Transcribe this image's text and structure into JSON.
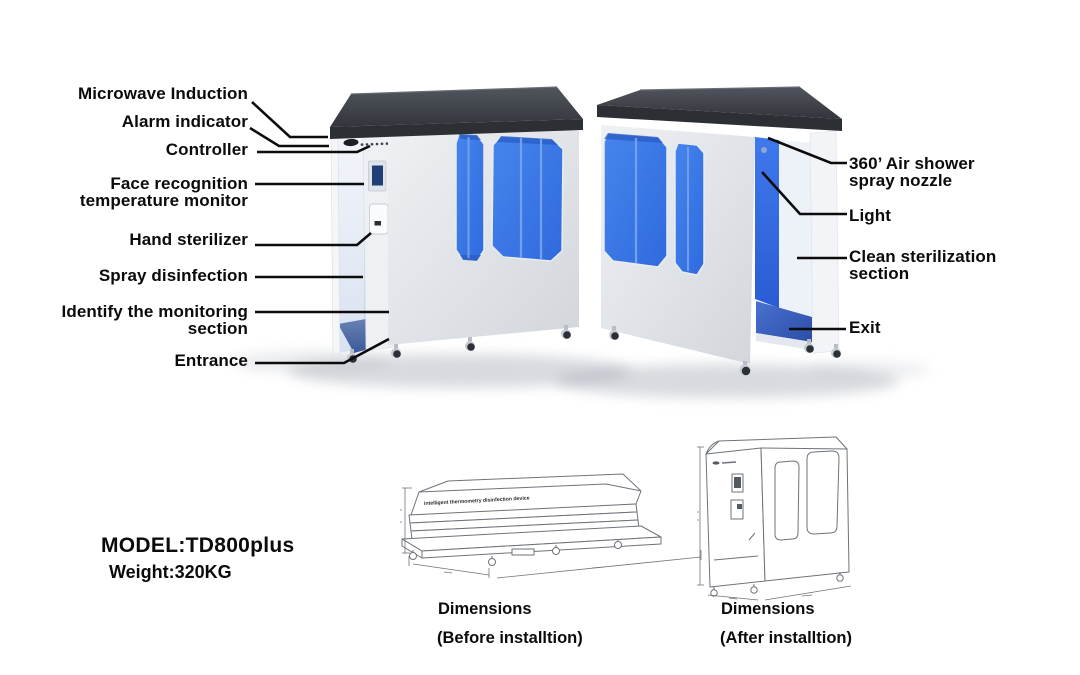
{
  "colors": {
    "label_text": "#0b0b0b",
    "leader_line": "#0c0c0c",
    "roof_dark": "#3a3d43",
    "body_gray": "#e6e9ed",
    "window_blue": "#3575e8",
    "window_stripe": "#77a3f1",
    "interior_floor_blue": "#3c64c0",
    "drawing_line": "#6e737a"
  },
  "callouts": {
    "left": [
      {
        "line1": "Microwave Induction",
        "line2": ""
      },
      {
        "line1": "Alarm indicator",
        "line2": ""
      },
      {
        "line1": "Controller",
        "line2": ""
      },
      {
        "line1": "Face recognition",
        "line2": "temperature monitor"
      },
      {
        "line1": "Hand sterilizer",
        "line2": ""
      },
      {
        "line1": "Spray disinfection",
        "line2": ""
      },
      {
        "line1": "Identify the monitoring",
        "line2": "section"
      },
      {
        "line1": "Entrance",
        "line2": ""
      }
    ],
    "right": [
      {
        "line1": "360’  Air shower",
        "line2": "spray nozzle"
      },
      {
        "line1": "Light",
        "line2": ""
      },
      {
        "line1": "Clean sterilization",
        "line2": "section"
      },
      {
        "line1": "Exit",
        "line2": ""
      }
    ]
  },
  "model": {
    "model_line": "MODEL:TD800plus",
    "weight_line": "Weight:320KG"
  },
  "drawings": {
    "before_caption_1": "Dimensions",
    "before_caption_2": "(Before installtion)",
    "after_caption_1": "Dimensions",
    "after_caption_2": "(After installtion)",
    "crate_text": "intelligent thermometry disinfection device"
  }
}
